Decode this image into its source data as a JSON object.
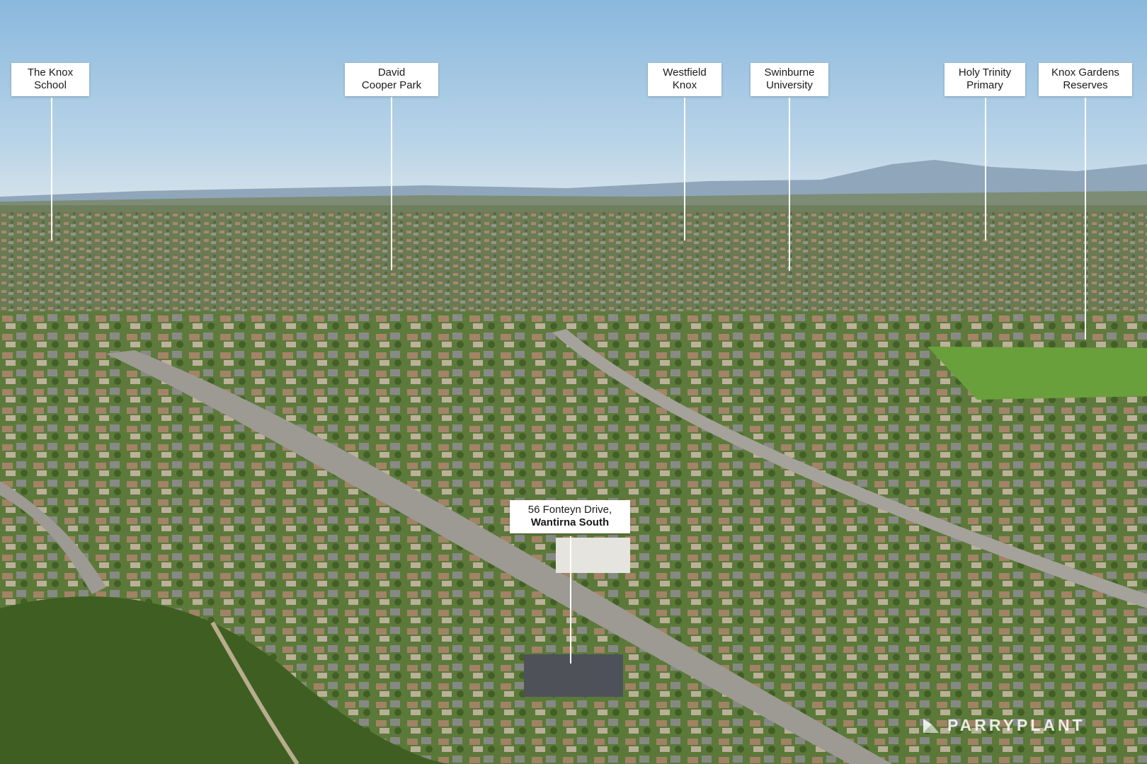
{
  "labels": {
    "knox_school": {
      "line1": "The Knox",
      "line2": "School"
    },
    "david_cooper": {
      "line1": "David",
      "line2": "Cooper Park"
    },
    "westfield": {
      "line1": "Westfield",
      "line2": "Knox"
    },
    "swinburne": {
      "line1": "Swinburne",
      "line2": "University"
    },
    "holy_trinity": {
      "line1": "Holy Trinity",
      "line2": "Primary"
    },
    "knox_gardens": {
      "line1": "Knox Gardens",
      "line2": "Reserves"
    },
    "property": {
      "line1": "56 Fonteyn Drive,",
      "line2": "Wantirna South"
    }
  },
  "watermark": {
    "text": "PARRYPLANT",
    "icon": "parryplant-logo-icon"
  },
  "colors": {
    "label_bg": "#ffffff",
    "leader": "#ffffff",
    "text": "#1a1a1a"
  }
}
